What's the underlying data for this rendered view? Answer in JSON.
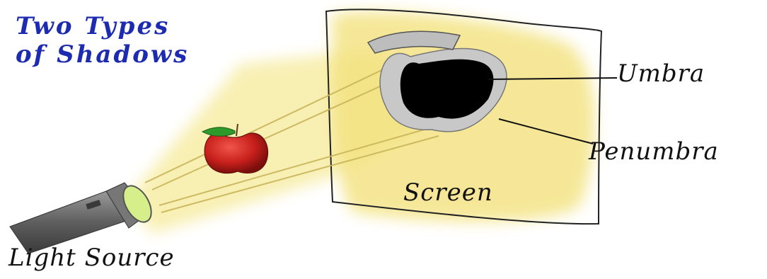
{
  "title": {
    "line1": "Two Types",
    "line2": "of Shadows"
  },
  "labels": {
    "umbra": "Umbra",
    "penumbra": "Penumbra",
    "screen": "Screen",
    "light_source": "Light Source"
  },
  "colors": {
    "title": "#1c2bb0",
    "light_beam": "#f6ea9a",
    "screen_glow": "#f3e27e",
    "apple": "#c8201c",
    "leaf": "#2e9a2a",
    "umbra": "#000000",
    "penumbra": "#c8c8c8",
    "flashlight": "#6e6e6e",
    "lens": "#d7ef8a"
  }
}
